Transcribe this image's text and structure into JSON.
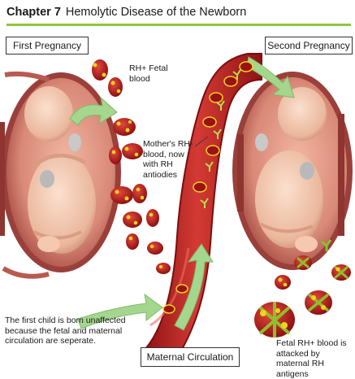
{
  "header": {
    "chapter": "Chapter 7",
    "title": "Hemolytic Disease of the Newborn"
  },
  "labels": {
    "first_pregnancy": "First Pregnancy",
    "second_pregnancy": "Second Pregnancy",
    "maternal_circulation": "Maternal Circulation"
  },
  "annotations": {
    "rh_fetal_blood": "RH+ Fetal blood",
    "mothers_blood": "Mother's RH-blood, now with RH antiodies",
    "first_child": "The first child is born unaffected because the fetal and maternal circulation are seperate.",
    "fetal_attacked": "Fetal RH+ blood is attacked by maternal RH antigens"
  },
  "colors": {
    "accent_rule": "#8dc63f",
    "arrow_green": "#a5d68e",
    "vessel_red": "#c62a2a",
    "cell_red": "#b81e1e",
    "antigen_yellow": "#f2d21a",
    "antibody_green": "#8fbf2a"
  },
  "icons": [
    "fetus-in-womb-illustration",
    "red-blood-cell-icon",
    "antibody-icon",
    "blood-vessel-illustration"
  ]
}
